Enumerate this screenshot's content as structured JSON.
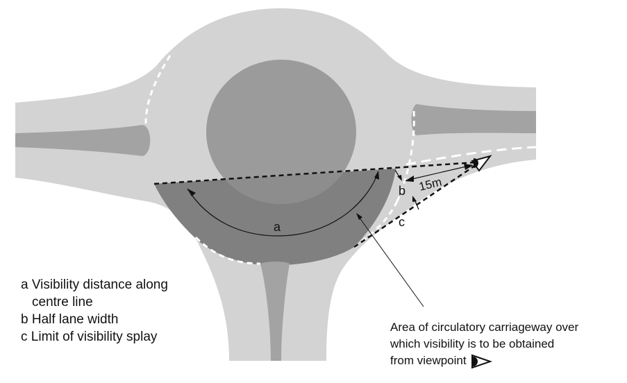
{
  "diagram": {
    "labels": {
      "a": "a",
      "b": "b",
      "c": "c",
      "distance": "15m"
    },
    "legend": [
      {
        "line1": "a Visibility distance along",
        "line2": "centre line"
      },
      {
        "line1": "b Half lane width"
      },
      {
        "line1": "c Limit of visibility splay"
      }
    ],
    "note": {
      "line1": "Area of circulatory carriageway over",
      "line2": "which visibility is to be obtained",
      "line3": "from viewpoint"
    },
    "colors": {
      "road": "#d3d3d3",
      "island": "#9b9b9b",
      "area": "#808080",
      "splitter": "#a3a3a3"
    }
  }
}
